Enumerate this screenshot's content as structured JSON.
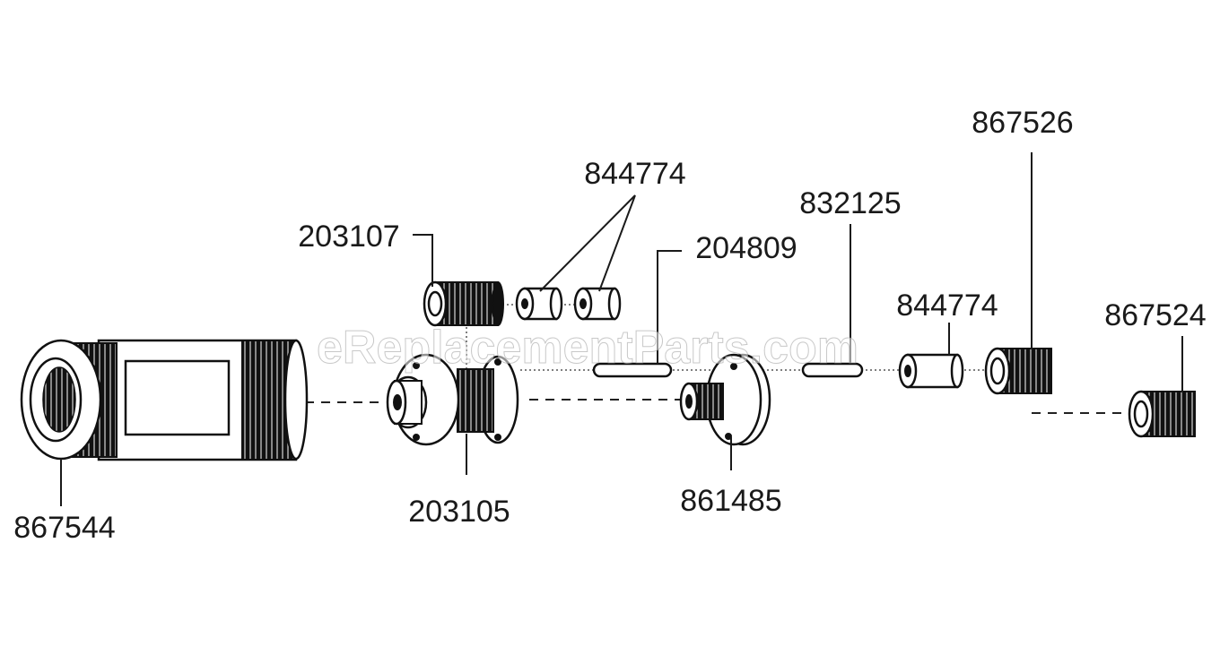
{
  "diagram": {
    "watermark": "eReplacementParts.com",
    "labels": {
      "p867544": "867544",
      "p203107": "203107",
      "p844774_top": "844774",
      "p204809": "204809",
      "p832125": "832125",
      "p867526": "867526",
      "p844774_right": "844774",
      "p867524": "867524",
      "p203105": "203105",
      "p861485": "861485"
    },
    "colors": {
      "ink": "#111111",
      "background": "#ffffff"
    }
  }
}
